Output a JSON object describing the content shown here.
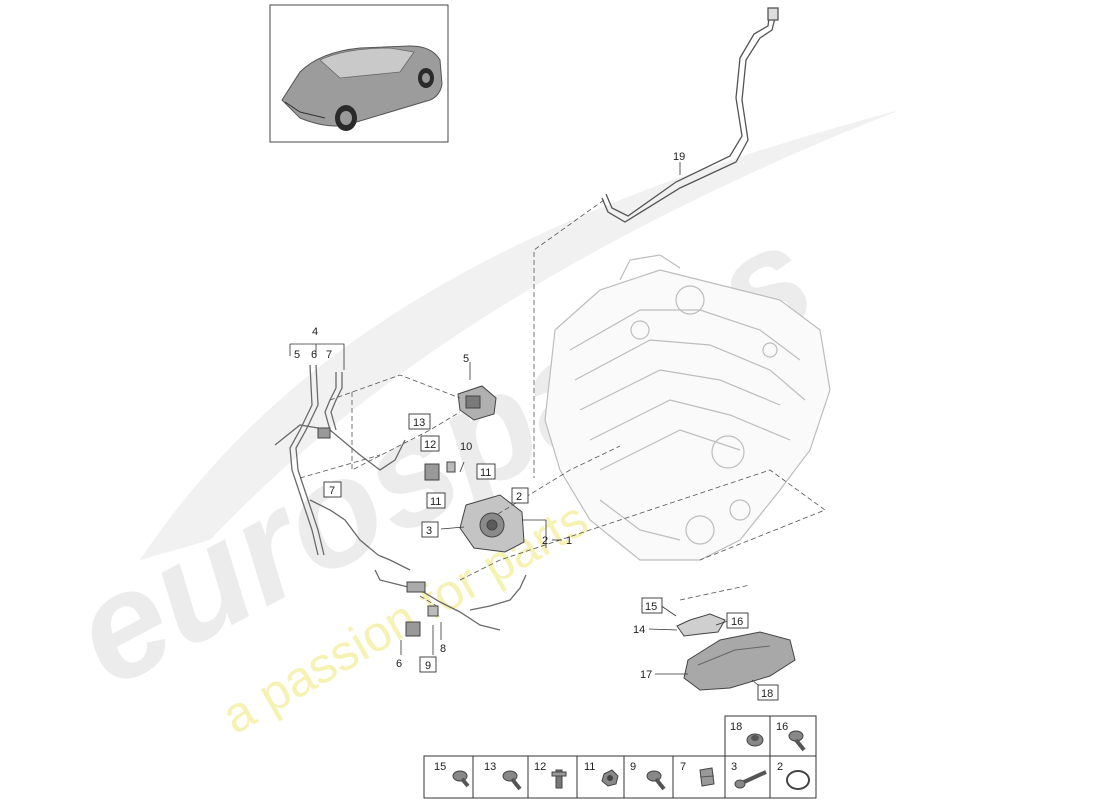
{
  "watermark": {
    "brand": "eurospares",
    "slogan": "a passion for parts since 1985",
    "brand_color": "#e6e6e6",
    "slogan_color": "#f3ef9c"
  },
  "vehicle_thumbnail": {
    "icon": "suv-car-icon"
  },
  "callouts": {
    "n19": "19",
    "n4": "4",
    "n5a": "5",
    "n6a": "6",
    "n7a": "7",
    "n5b": "5",
    "n13": "13",
    "n12": "12",
    "n10": "10",
    "n11a": "11",
    "n11b": "11",
    "n7b": "7",
    "n2": "2",
    "n3": "3",
    "n2b": "2",
    "n1": "1",
    "n6b": "6",
    "n8": "8",
    "n9": "9",
    "n15": "15",
    "n14": "14",
    "n16": "16",
    "n17": "17",
    "n18": "18"
  },
  "legend": {
    "top_row": [
      {
        "num": "18",
        "icon": "flange-nut-icon"
      },
      {
        "num": "16",
        "icon": "hex-bolt-icon"
      }
    ],
    "bottom_row": [
      {
        "num": "15",
        "icon": "short-bolt-icon"
      },
      {
        "num": "13",
        "icon": "hex-bolt-icon"
      },
      {
        "num": "12",
        "icon": "clip-icon"
      },
      {
        "num": "11",
        "icon": "nut-icon"
      },
      {
        "num": "9",
        "icon": "bolt-icon"
      },
      {
        "num": "7",
        "icon": "hose-clamp-icon"
      },
      {
        "num": "3",
        "icon": "long-bolt-icon"
      },
      {
        "num": "2",
        "icon": "o-ring-icon"
      }
    ]
  }
}
